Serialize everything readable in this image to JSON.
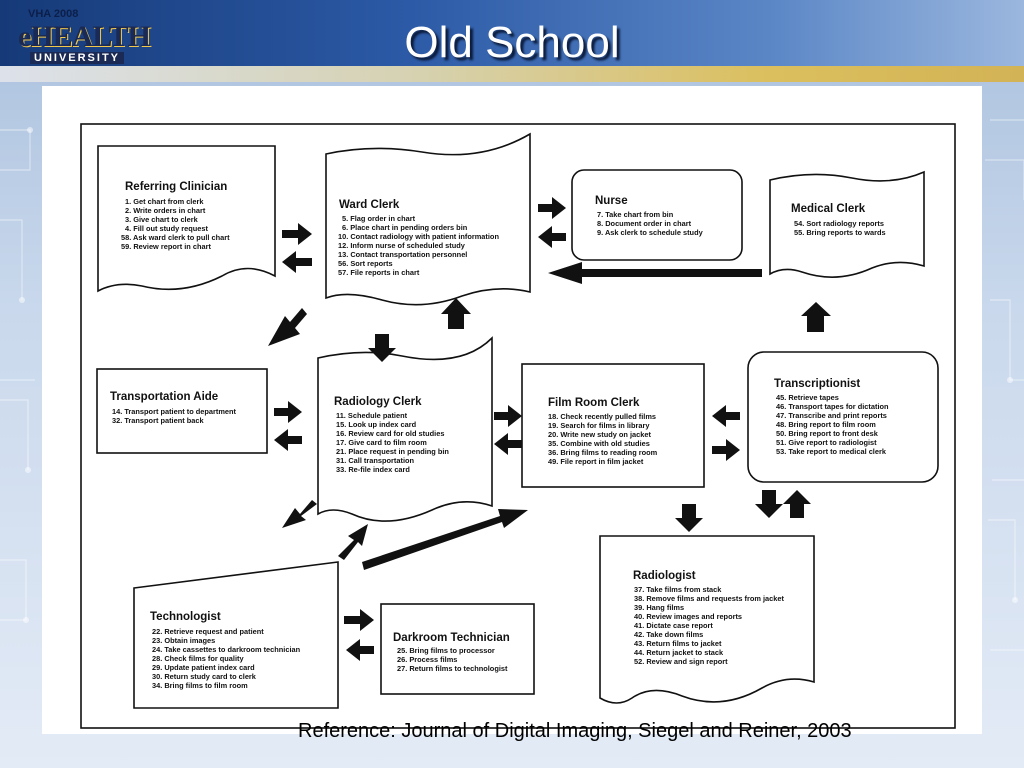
{
  "header": {
    "logo_top": "VHA 2008",
    "logo_main": "eHEALTH",
    "logo_sub": "UNIVERSITY",
    "title": "Old School"
  },
  "reference": "Reference: Journal of Digital Imaging, Siegel and Reiner, 2003",
  "nodes": {
    "referring_clinician": {
      "title": "Referring Clinician",
      "items": [
        "1. Get chart from clerk",
        "2. Write orders in chart",
        "3. Give chart to clerk",
        "4. Fill out study request",
        "58. Ask ward clerk to pull chart",
        "59. Review report in chart"
      ]
    },
    "ward_clerk": {
      "title": "Ward Clerk",
      "items": [
        "5. Flag order in chart",
        "6. Place chart in pending orders bin",
        "10. Contact radiology with patient information",
        "12. Inform nurse of scheduled study",
        "13. Contact transportation personnel",
        "56. Sort reports",
        "57. File reports in chart"
      ]
    },
    "nurse": {
      "title": "Nurse",
      "items": [
        "7. Take chart from bin",
        "8. Document order in chart",
        "9. Ask clerk to schedule study"
      ]
    },
    "medical_clerk": {
      "title": "Medical Clerk",
      "items": [
        "54. Sort radiology reports",
        "55. Bring reports to wards"
      ]
    },
    "transportation_aide": {
      "title": "Transportation Aide",
      "items": [
        "14. Transport patient to department",
        "32. Transport patient back"
      ]
    },
    "radiology_clerk": {
      "title": "Radiology Clerk",
      "items": [
        "11. Schedule patient",
        "15. Look up index card",
        "16. Review card for old studies",
        "17. Give card to film room",
        "21. Place request in pending bin",
        "31. Call transportation",
        "33. Re-file index card"
      ]
    },
    "film_room_clerk": {
      "title": "Film Room Clerk",
      "items": [
        "18. Check recently pulled films",
        "19. Search for films in library",
        "20. Write new study on jacket",
        "35. Combine with old studies",
        "36. Bring films to reading room",
        "49. File report in film jacket"
      ]
    },
    "transcriptionist": {
      "title": "Transcriptionist",
      "items": [
        "45. Retrieve tapes",
        "46. Transport tapes for dictation",
        "47. Transcribe and print reports",
        "48. Bring report to film room",
        "50. Bring report to front desk",
        "51. Give report to radiologist",
        "53. Take report to medical clerk"
      ]
    },
    "technologist": {
      "title": "Technologist",
      "items": [
        "22. Retrieve request and patient",
        "23. Obtain images",
        "24. Take cassettes to darkroom technician",
        "28. Check films for quality",
        "29. Update patient index card",
        "30. Return study card to clerk",
        "34. Bring films to film room"
      ]
    },
    "darkroom_technician": {
      "title": "Darkroom Technician",
      "items": [
        "25. Bring films to processor",
        "26. Process films",
        "27. Return films to technologist"
      ]
    },
    "radiologist": {
      "title": "Radiologist",
      "items": [
        "37. Take films from stack",
        "38. Remove films and requests from jacket",
        "39. Hang films",
        "40. Review images and reports",
        "41. Dictate case report",
        "42. Take down films",
        "43. Return films to jacket",
        "44. Return jacket to stack",
        "52. Review and sign report"
      ]
    }
  }
}
